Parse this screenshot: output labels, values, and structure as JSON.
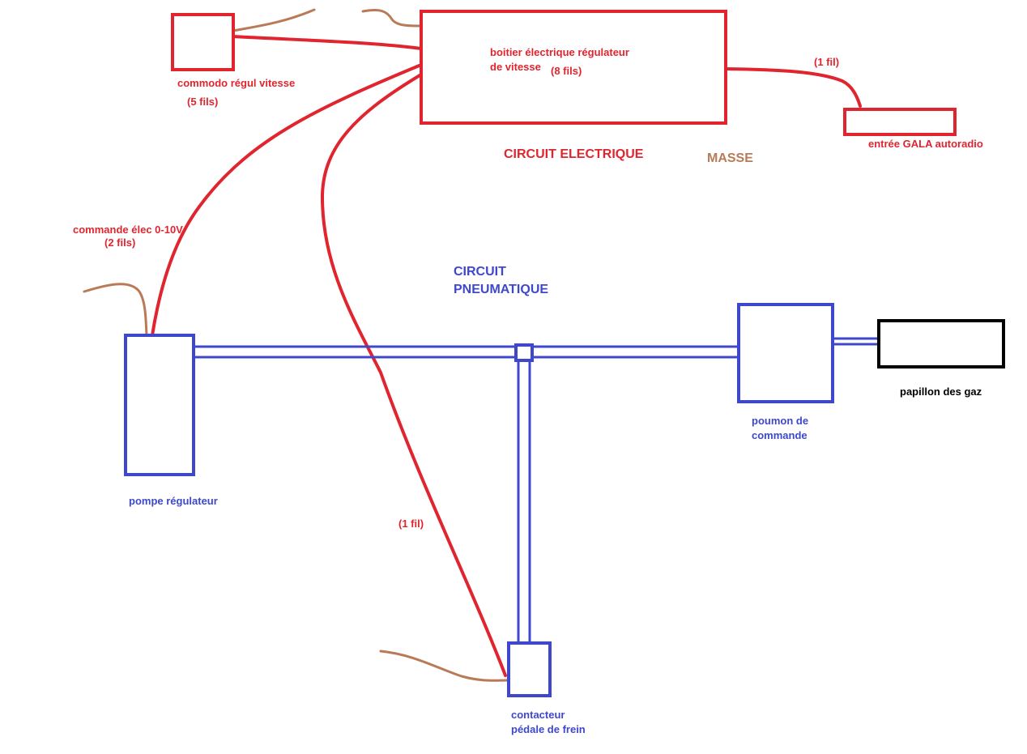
{
  "colors": {
    "electric": "#e0252f",
    "pneumatic": "#3f48cc",
    "ground": "#b97a57",
    "throttle": "#000000",
    "background": "#ffffff"
  },
  "labels": {
    "commodo_name": "commodo régul vitesse",
    "commodo_wires": "(5 fils)",
    "boitier_line1": "boitier électrique régulateur",
    "boitier_line2": "de vitesse",
    "boitier_wires": "(8 fils)",
    "gala_wire": "(1 fil)",
    "gala_name": "entrée GALA autoradio",
    "circuit_electrique": "CIRCUIT ELECTRIQUE",
    "masse": "MASSE",
    "commande_elec": "commande élec 0-10V",
    "commande_wires": "(2 fils)",
    "circuit_pneumatique_line1": "CIRCUIT",
    "circuit_pneumatique_line2": "PNEUMATIQUE",
    "papillon": "papillon des gaz",
    "poumon_line1": "poumon de",
    "poumon_line2": "commande",
    "pompe": "pompe régulateur",
    "brake_wire": "(1 fil)",
    "contacteur_line1": "contacteur",
    "contacteur_line2": "pédale de frein"
  }
}
